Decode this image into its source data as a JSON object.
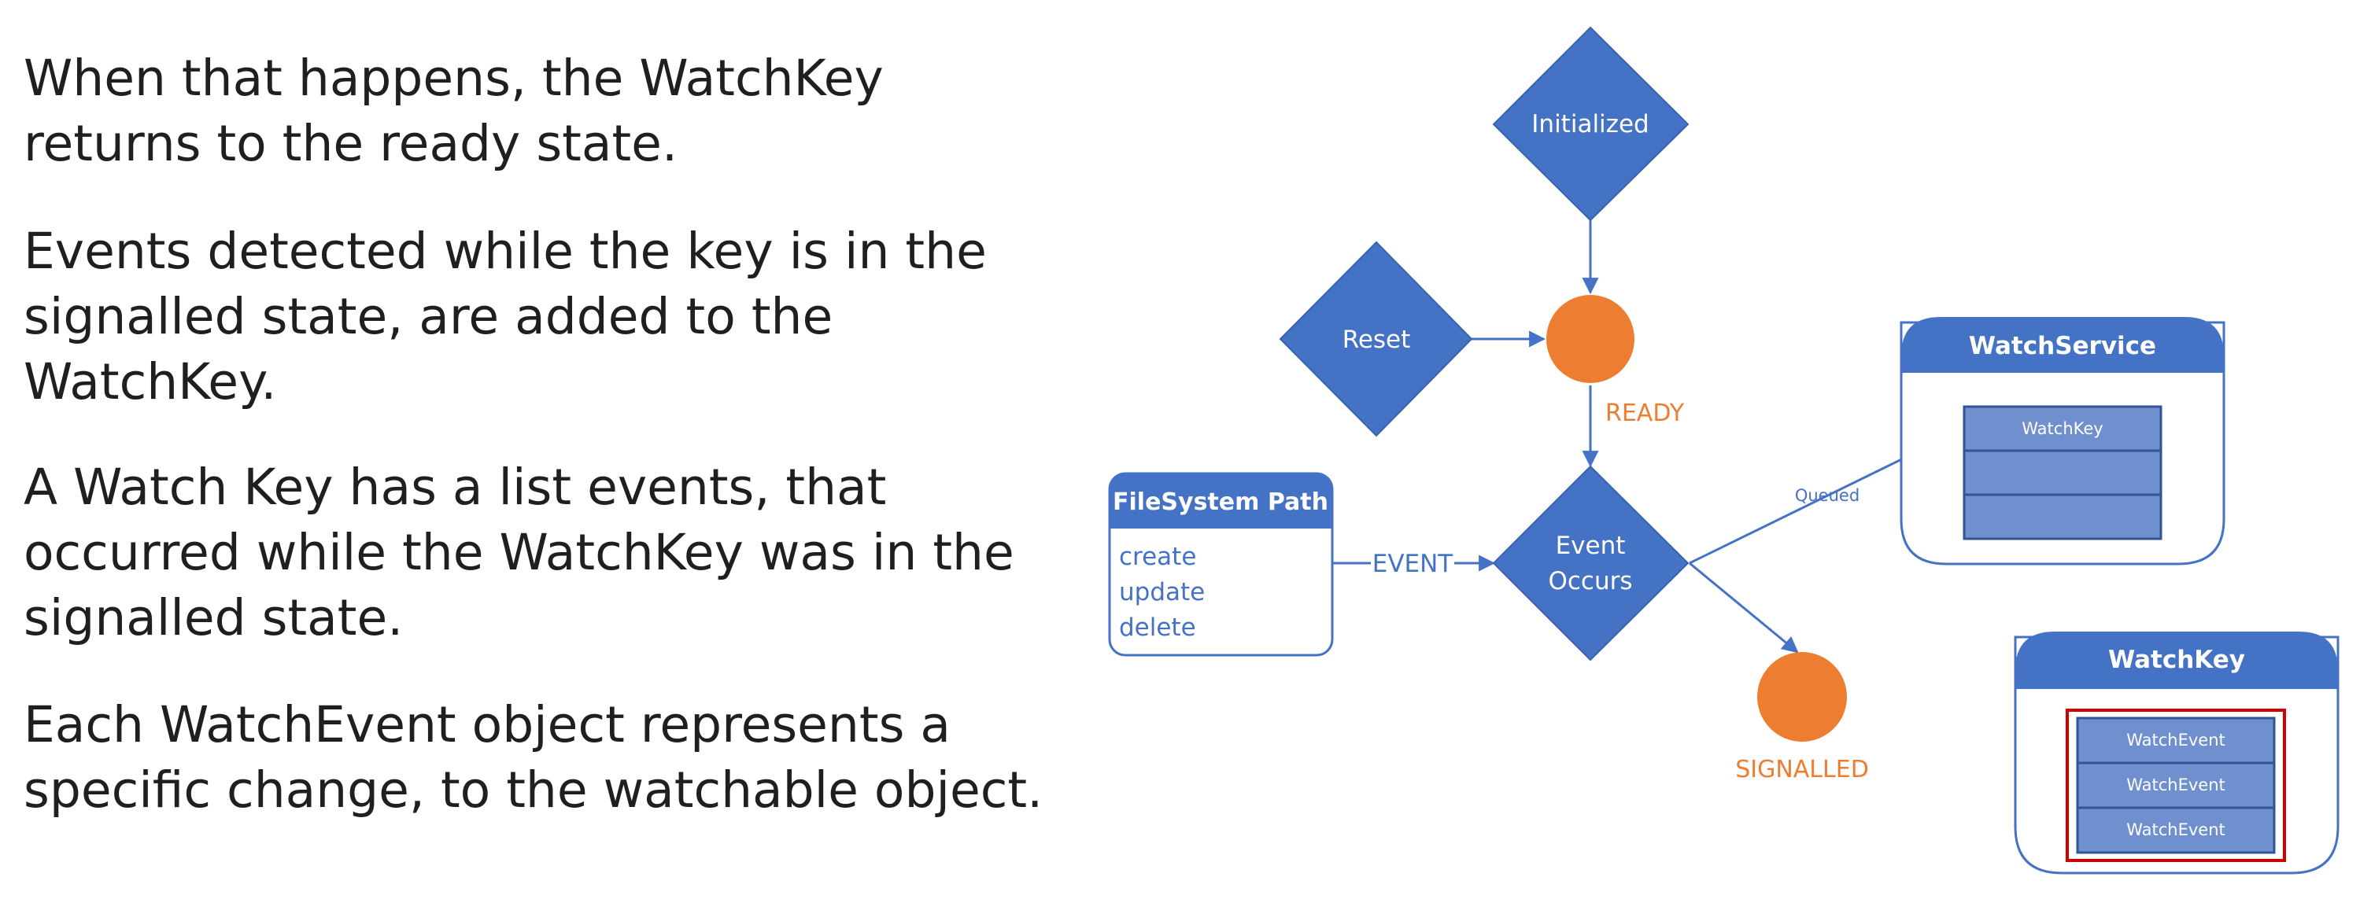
{
  "text": {
    "paragraphs": [
      {
        "lines": [
          "When that happens, the WatchKey",
          "returns to the ready state."
        ]
      },
      {
        "lines": [
          "Events detected while the key is in the",
          "signalled state, are added to the",
          "WatchKey."
        ]
      },
      {
        "lines": [
          "A Watch Key has a list events, that",
          "occurred while the WatchKey was in the",
          "signalled state."
        ]
      },
      {
        "lines": [
          "Each WatchEvent object represents a",
          "specific change, to the watchable object."
        ]
      }
    ]
  },
  "diagram": {
    "initialized": "Initialized",
    "reset": "Reset",
    "event_occurs": [
      "Event",
      "Occurs"
    ],
    "ready_label": "READY",
    "signalled_label": "SIGNALLED",
    "event_edge_label": "EVENT",
    "queued_edge_label": "Queued",
    "filesystem_path": {
      "title": "FileSystem Path",
      "items": [
        "create",
        "update",
        "delete"
      ]
    },
    "watch_service": {
      "title": "WatchService",
      "rows": [
        "WatchKey",
        "",
        ""
      ]
    },
    "watch_key": {
      "title": "WatchKey",
      "rows": [
        "WatchEvent",
        "WatchEvent",
        "WatchEvent"
      ]
    }
  },
  "colors": {
    "blue": "#4472c4",
    "light_blue": "#6f8fcf",
    "orange": "#ed7d31",
    "text_blue": "#4472c4",
    "highlight_red": "#d00000",
    "body_text": "#1f1f1f"
  }
}
